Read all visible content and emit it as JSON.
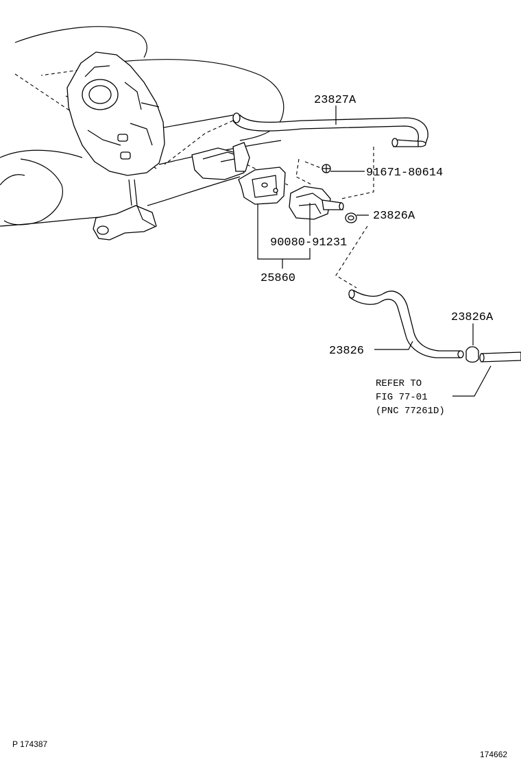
{
  "callouts": {
    "hose_top": "23827A",
    "bolt": "91671-80614",
    "clamp_upper": "23826A",
    "screw": "90080-91231",
    "vsv_assembly": "25860",
    "clamp_lower": "23826A",
    "hose_lower": "23826"
  },
  "reference_note": {
    "line1": "REFER TO",
    "line2": "FIG  77-01",
    "line3": "(PNC 77261D)"
  },
  "footer": {
    "left_id": "P 174387",
    "right_id": "174662"
  }
}
